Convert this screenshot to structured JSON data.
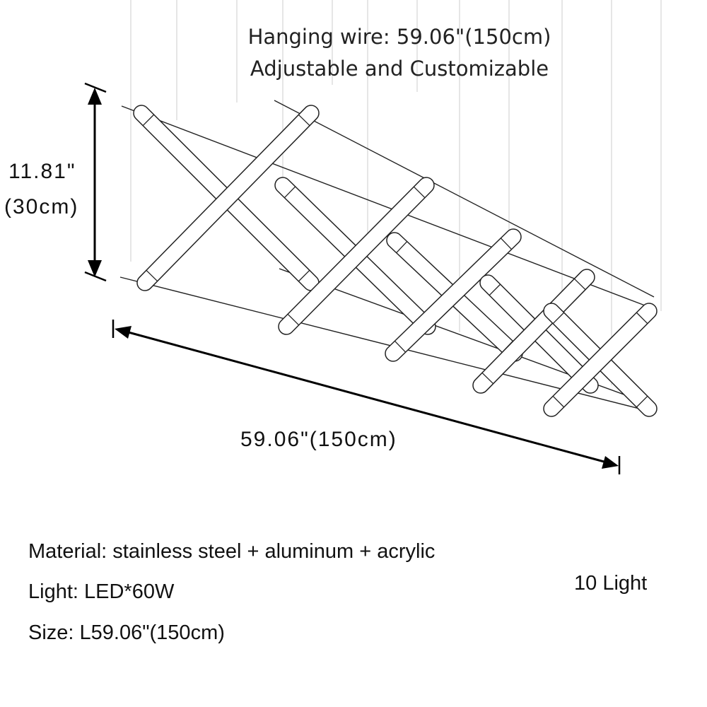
{
  "hanging_wire": {
    "line1": "Hanging wire: 59.06\"(150cm)",
    "line2": "Adjustable and Customizable"
  },
  "dimensions": {
    "height_in": "11.81\"",
    "height_cm": "(30cm)",
    "length": "59.06\"(150cm)"
  },
  "specs": {
    "material": "Material: stainless steel + aluminum + acrylic",
    "light": "Light: LED*60W",
    "size": "Size: L59.06\"(150cm)"
  },
  "light_count": "10 Light",
  "colors": {
    "line": "#222222",
    "wire": "#dddddd",
    "arrow": "#000000"
  }
}
